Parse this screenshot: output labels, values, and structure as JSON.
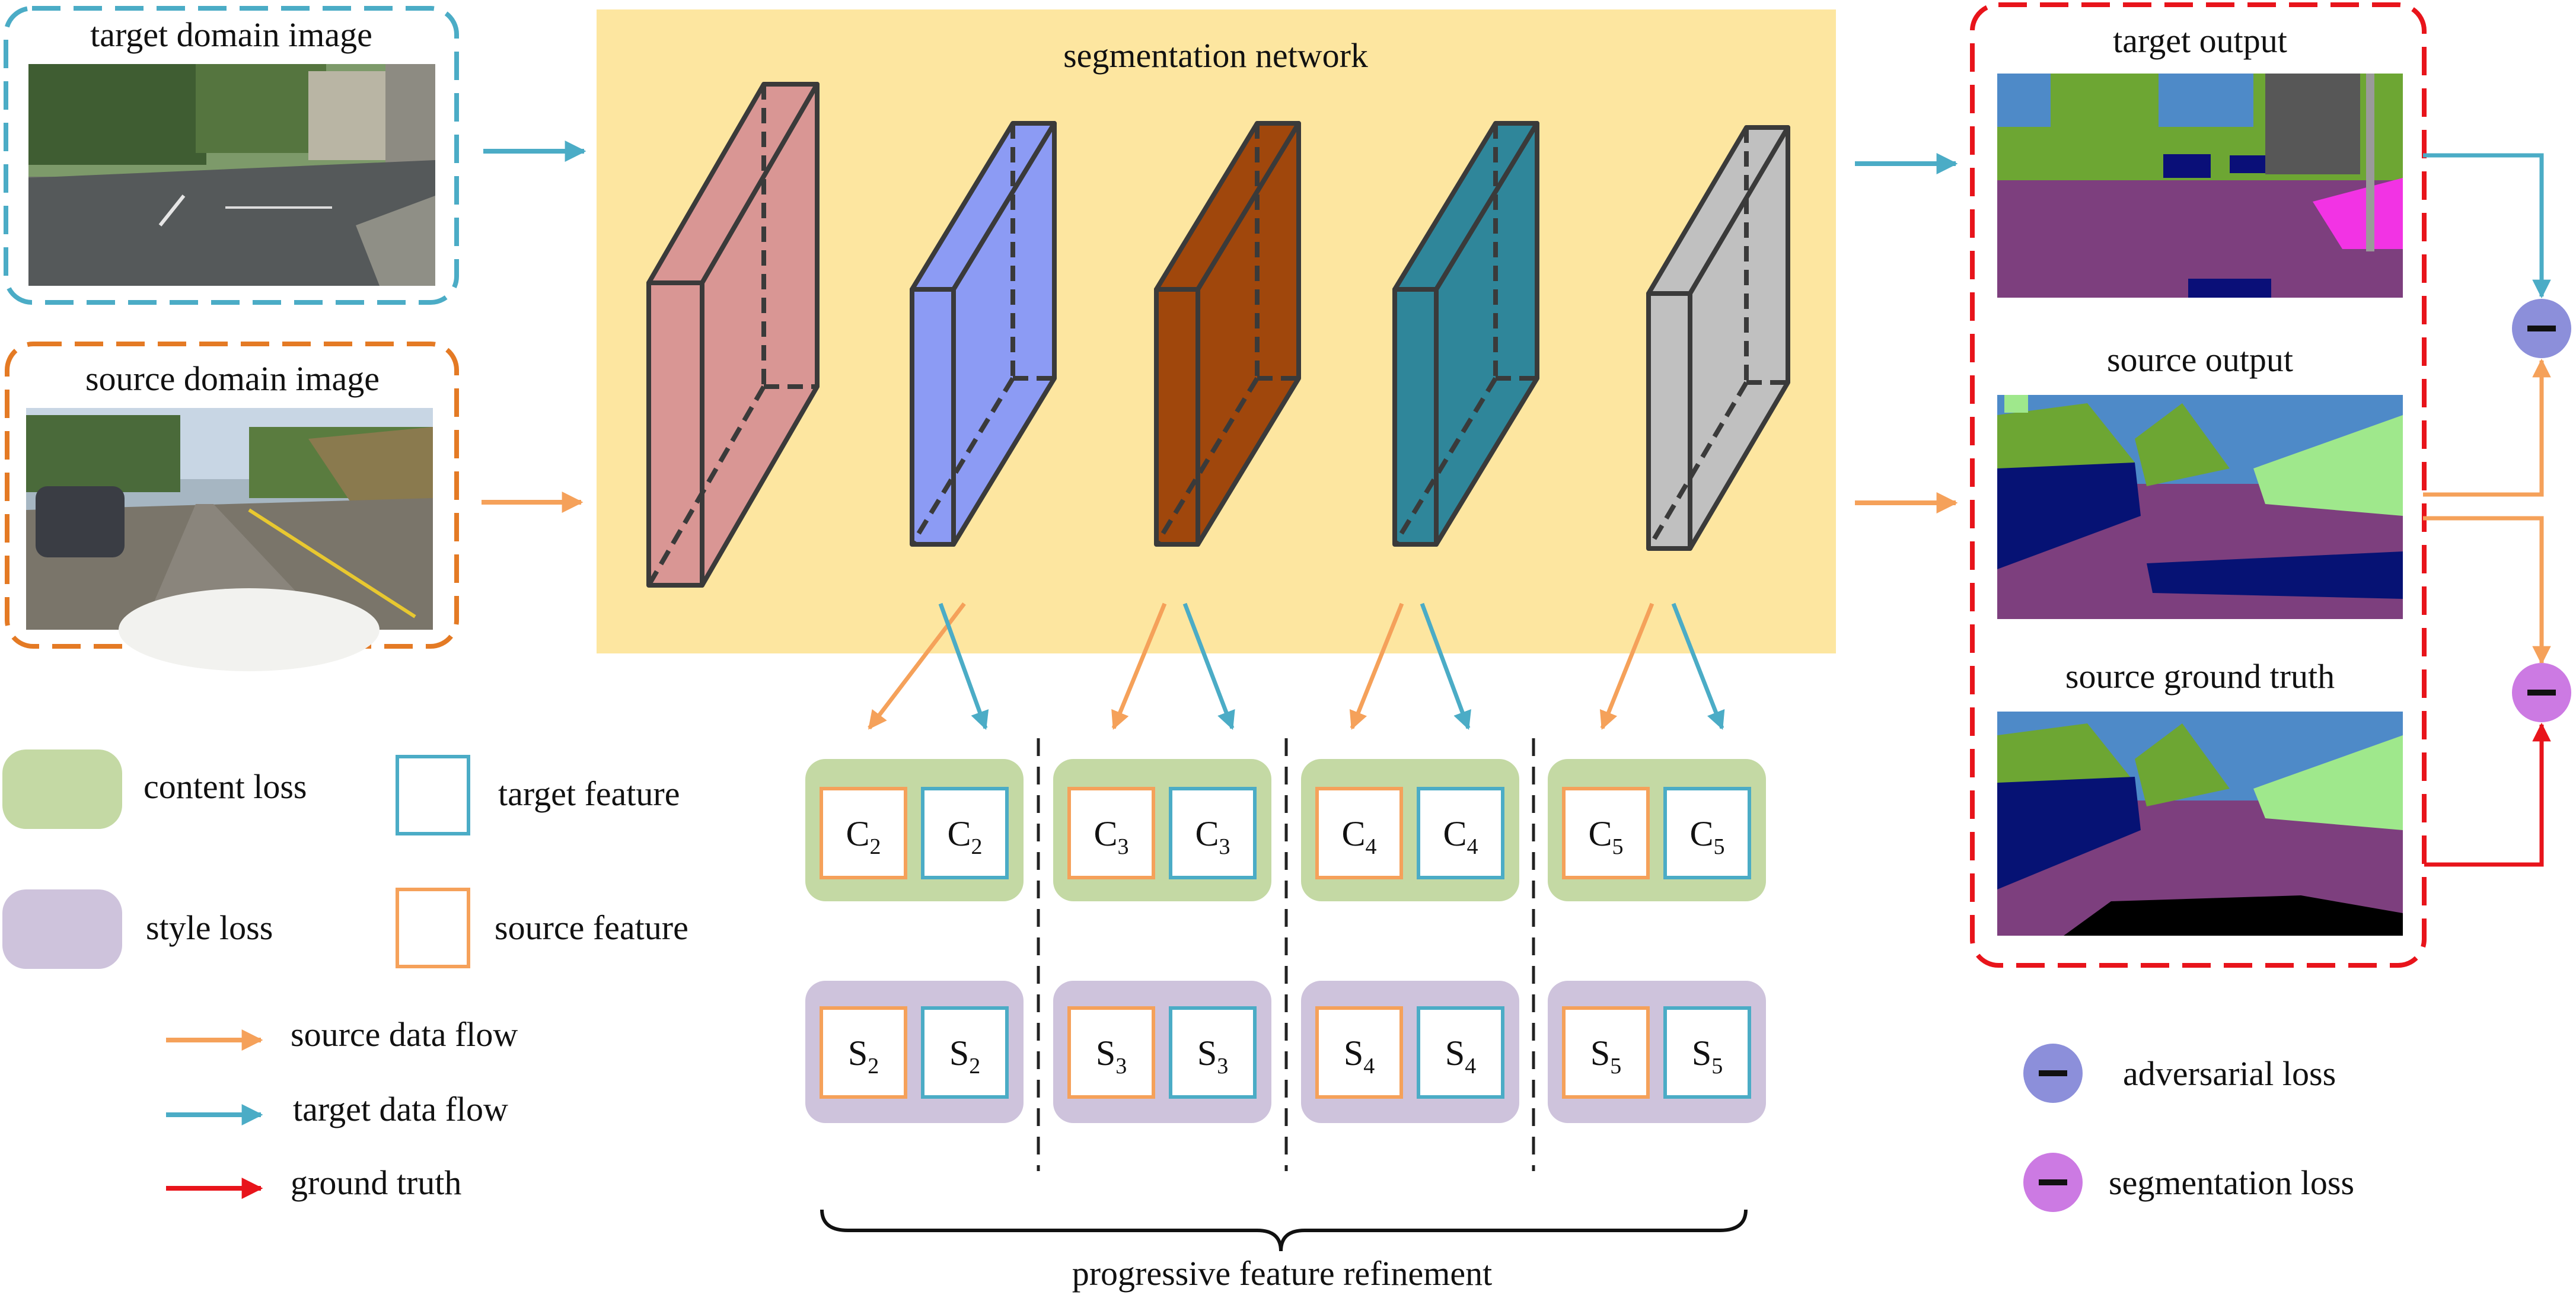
{
  "inputs": {
    "target_title": "target domain image",
    "source_title": "source domain image"
  },
  "network": {
    "title": "segmentation network"
  },
  "outputs": {
    "target_title": "target output",
    "source_title": "source output",
    "gt_title": "source ground truth"
  },
  "feature_groups": [
    {
      "content": "C",
      "style": "S",
      "sub": "2"
    },
    {
      "content": "C",
      "style": "S",
      "sub": "3"
    },
    {
      "content": "C",
      "style": "S",
      "sub": "4"
    },
    {
      "content": "C",
      "style": "S",
      "sub": "5"
    }
  ],
  "bottom_label": "progressive feature refinement",
  "legend": {
    "content_loss": "content loss",
    "style_loss": "style loss",
    "target_feature": "target feature",
    "source_feature": "source feature",
    "source_flow": "source data flow",
    "target_flow": "target data flow",
    "ground_truth": "ground truth",
    "adversarial_loss": "adversarial loss",
    "segmentation_loss": "segmentation loss",
    "minus_sign": "−"
  },
  "colors": {
    "target": "#4bacc6",
    "source": "#f5a15a",
    "ground_truth": "#e8141b",
    "network_bg": "#fde6a0",
    "content_bg": "#c4d9a4",
    "style_bg": "#cec3dc",
    "adversarial": "#8c8fda",
    "segmentation": "#cc7ae3",
    "block1": "#d99694",
    "block2": "#8c9bf4",
    "block3": "#a0470c",
    "block4": "#2f869a",
    "block5": "#c0c0c0"
  }
}
